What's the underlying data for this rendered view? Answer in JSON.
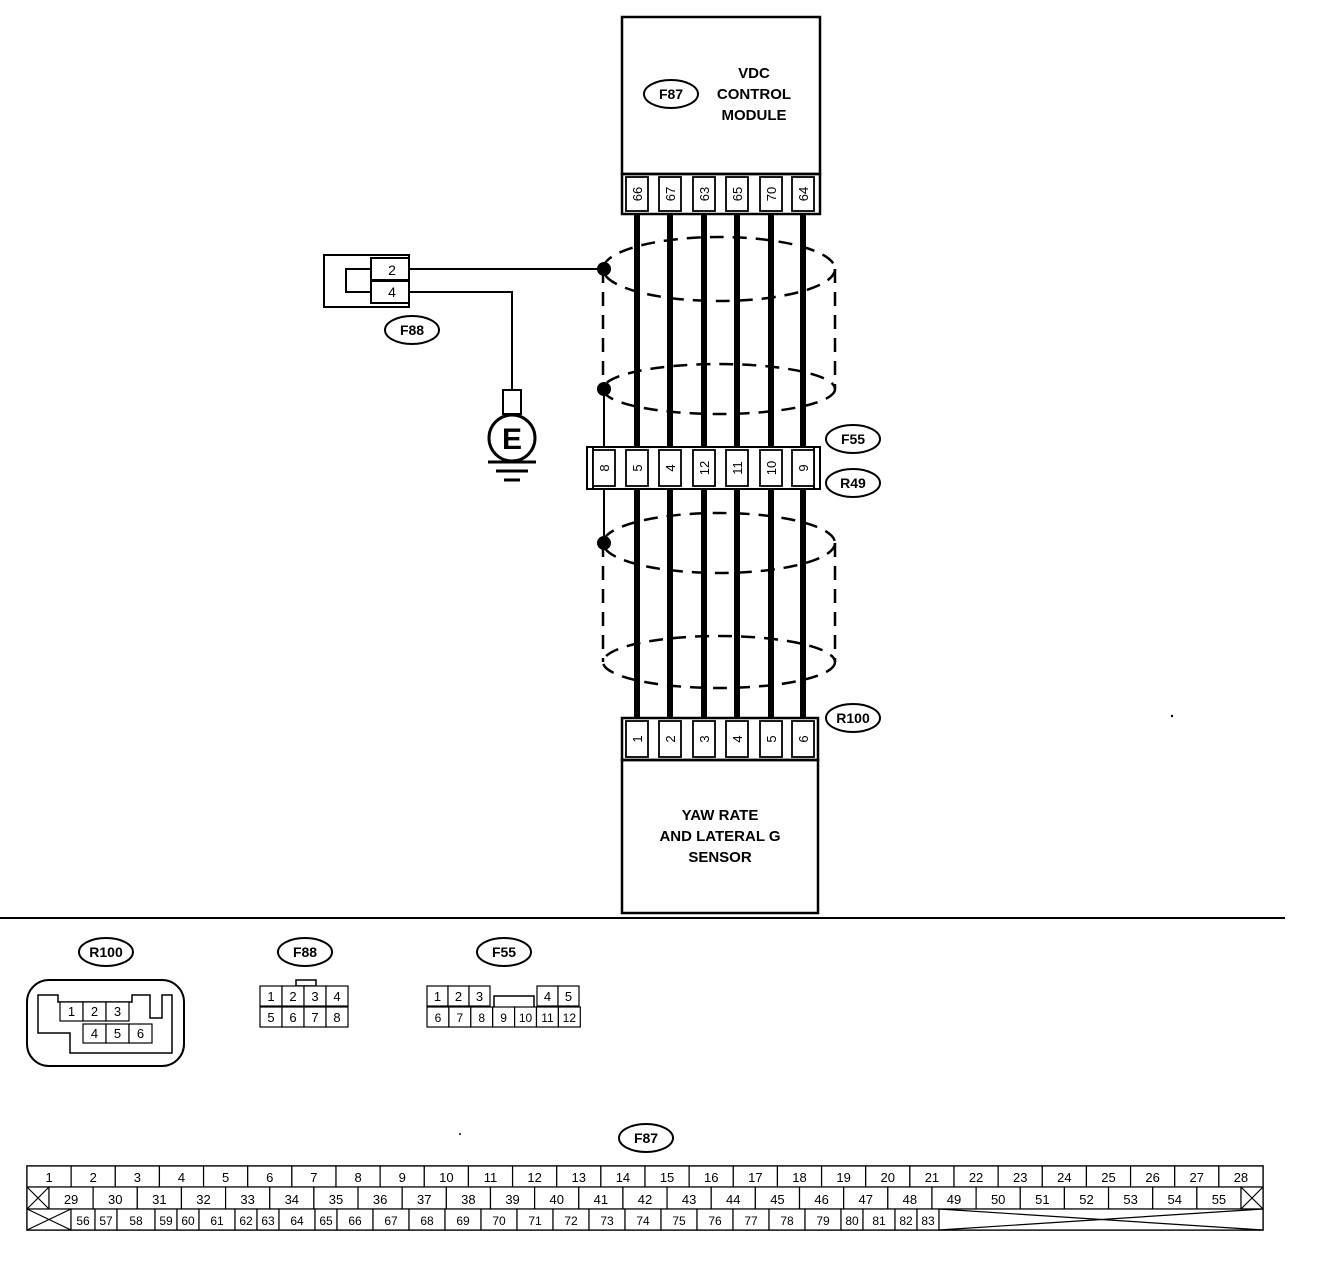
{
  "vdc_module": {
    "connector": "F87",
    "name_lines": [
      "VDC",
      "CONTROL",
      "MODULE"
    ],
    "pins": [
      "66",
      "67",
      "63",
      "65",
      "70",
      "64"
    ]
  },
  "f88_connector": {
    "label": "F88",
    "pins": [
      "2",
      "4"
    ]
  },
  "ground": {
    "symbol": "E"
  },
  "joint_connector": {
    "label_top": "F55",
    "label_bottom": "R49",
    "pins": [
      "8",
      "5",
      "4",
      "12",
      "11",
      "10",
      "9"
    ]
  },
  "sensor": {
    "connector": "R100",
    "name_lines": [
      "YAW RATE",
      "AND LATERAL G",
      "SENSOR"
    ],
    "pins": [
      "1",
      "2",
      "3",
      "4",
      "5",
      "6"
    ]
  },
  "connector_views": {
    "r100": {
      "label": "R100",
      "row1": [
        "1",
        "2",
        "3"
      ],
      "row2": [
        "4",
        "5",
        "6"
      ]
    },
    "f88": {
      "label": "F88",
      "row1": [
        "1",
        "2",
        "3",
        "4"
      ],
      "row2": [
        "5",
        "6",
        "7",
        "8"
      ]
    },
    "f55": {
      "label": "F55",
      "row1": [
        "1",
        "2",
        "3",
        "4",
        "5"
      ],
      "row2": [
        "6",
        "7",
        "8",
        "9",
        "10",
        "11",
        "12"
      ]
    },
    "f87": {
      "label": "F87",
      "row1": [
        "1",
        "2",
        "3",
        "4",
        "5",
        "6",
        "7",
        "8",
        "9",
        "10",
        "11",
        "12",
        "13",
        "14",
        "15",
        "16",
        "17",
        "18",
        "19",
        "20",
        "21",
        "22",
        "23",
        "24",
        "25",
        "26",
        "27",
        "28"
      ],
      "row2": [
        "29",
        "30",
        "31",
        "32",
        "33",
        "34",
        "35",
        "36",
        "37",
        "38",
        "39",
        "40",
        "41",
        "42",
        "43",
        "44",
        "45",
        "46",
        "47",
        "48",
        "49",
        "50",
        "51",
        "52",
        "53",
        "54",
        "55"
      ],
      "row3": [
        "56",
        "57",
        "58",
        "59",
        "60",
        "61",
        "62",
        "63",
        "64",
        "65",
        "66",
        "67",
        "68",
        "69",
        "70",
        "71",
        "72",
        "73",
        "74",
        "75",
        "76",
        "77",
        "78",
        "79",
        "80",
        "81",
        "82",
        "83"
      ]
    }
  }
}
